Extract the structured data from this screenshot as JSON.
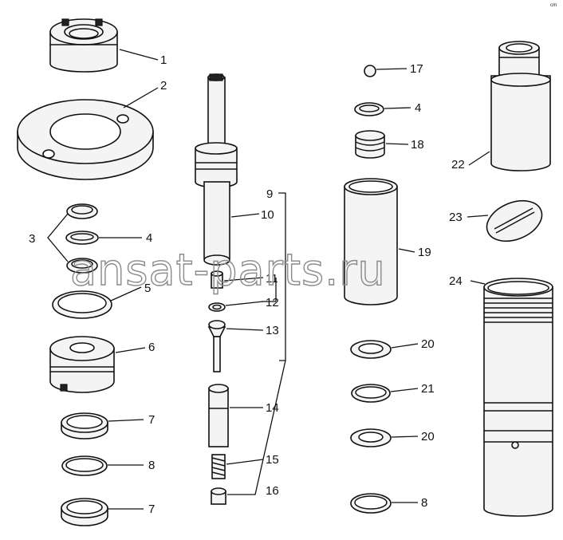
{
  "diagram": {
    "corner_mark": "ᶜᵐ",
    "watermark": "ansat-parts.ru",
    "callouts": {
      "c1": "1",
      "c2": "2",
      "c3": "3",
      "c4a": "4",
      "c5": "5",
      "c6": "6",
      "c7a": "7",
      "c8a": "8",
      "c7b": "7",
      "c9": "9",
      "c10": "10",
      "c11": "11",
      "c12": "12",
      "c13": "13",
      "c14": "14",
      "c15": "15",
      "c16": "16",
      "c17": "17",
      "c4b": "4",
      "c18": "18",
      "c19": "19",
      "c20a": "20",
      "c21": "21",
      "c20b": "20",
      "c8b": "8",
      "c22": "22",
      "c23": "23",
      "c24": "24"
    }
  }
}
